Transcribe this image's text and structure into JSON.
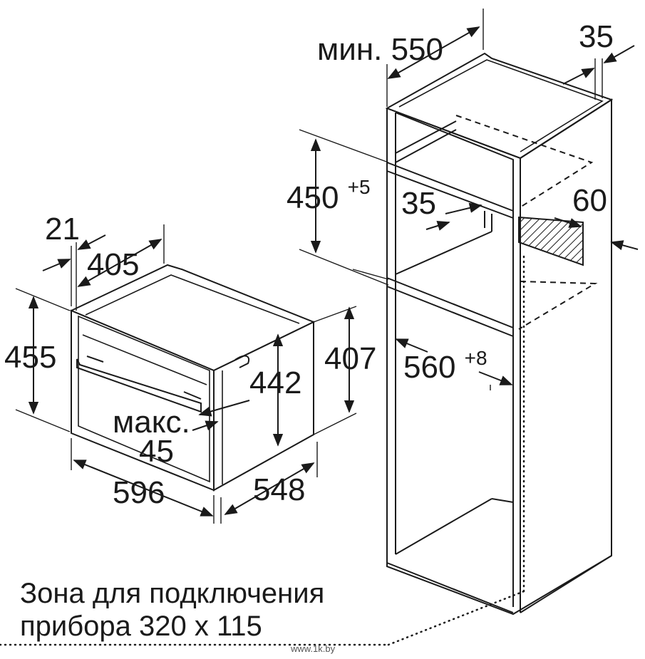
{
  "dimensions": {
    "cabinet_depth_label": "мин. 550",
    "cabinet_side_gap": "35",
    "niche_height_main": "450",
    "niche_height_tol": "+5",
    "vent_gap": "35",
    "vent_depth": "60",
    "niche_width_main": "560",
    "niche_width_tol": "+8",
    "oven_front_offset": "21",
    "oven_top_depth": "405",
    "oven_height": "455",
    "oven_body_height": "442",
    "oven_back_height": "407",
    "handle_label_line1": "макс.",
    "handle_label_line2": "45",
    "oven_width": "596",
    "oven_depth": "548"
  },
  "note": {
    "line1": "Зона для подключения",
    "line2": "прибора 320 x 115"
  },
  "watermark": "www.1k.by"
}
